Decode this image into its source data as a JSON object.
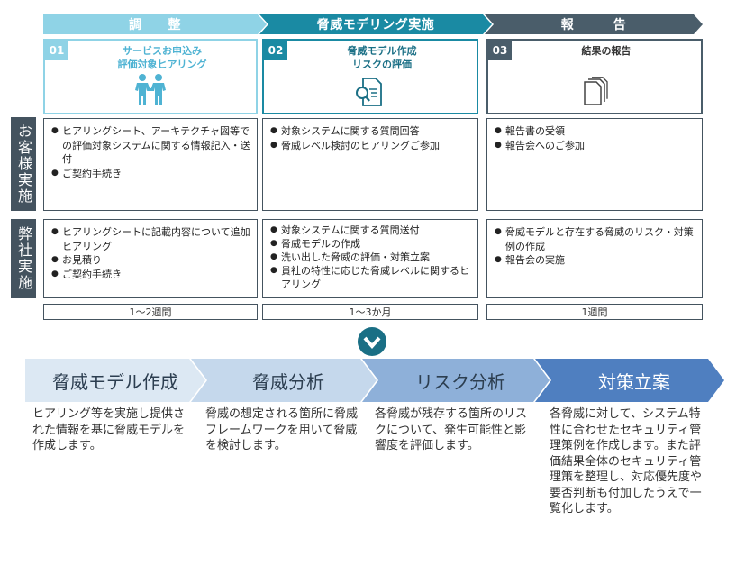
{
  "phases": [
    {
      "label": "調　　整"
    },
    {
      "label": "脅威モデリング実施"
    },
    {
      "label": "報　　　告"
    }
  ],
  "steps": [
    {
      "num": "01",
      "title_line1": "サービスお申込み",
      "title_line2": "評価対象ヒアリング",
      "icon": "people-handshake-icon"
    },
    {
      "num": "02",
      "title_line1": "脅威モデル作成",
      "title_line2": "リスクの評価",
      "icon": "document-search-icon"
    },
    {
      "num": "03",
      "title_line1": "結果の報告",
      "title_line2": "",
      "icon": "documents-stack-icon"
    }
  ],
  "row_labels": {
    "customer": "お客様実施",
    "company": "弊社実施"
  },
  "customer_tasks": [
    [
      "ヒアリングシート、アーキテクチャ図等での評価対象システムに関する情報記入・送付",
      "ご契約手続き"
    ],
    [
      "対象システムに関する質問回答",
      "脅威レベル検討のヒアリングご参加"
    ],
    [
      "報告書の受領",
      "報告会へのご参加"
    ]
  ],
  "company_tasks": [
    [
      "ヒアリングシートに記載内容について追加ヒアリング",
      "お見積り",
      "ご契約手続き"
    ],
    [
      "対象システムに関する質問送付",
      "脅威モデルの作成",
      "洗い出した脅威の評価・対策立案",
      "貴社の特性に応じた脅威レベルに関するヒアリング"
    ],
    [
      "脅威モデルと存在する脅威のリスク・対策例の作成",
      "報告会の実施"
    ]
  ],
  "durations": [
    "1～2週間",
    "1～3か月",
    "1週間"
  ],
  "process": [
    {
      "label": "脅威モデル作成",
      "desc": "ヒアリング等を実施し提供された情報を基に脅威モデルを作成します。"
    },
    {
      "label": "脅威分析",
      "desc": "脅威の想定される箇所に脅威フレームワークを用いて脅威を検討します。"
    },
    {
      "label": "リスク分析",
      "desc": "各脅威が残存する箇所のリスクについて、発生可能性と影響度を評価します。"
    },
    {
      "label": "対策立案",
      "desc": "各脅威に対して、システム特性に合わせたセキュリティ管理策例を作成します。また評価結果全体のセキュリティ管理策を整理し、対応優先度や要否判断も付加したうえで一覧化します。"
    }
  ],
  "colors": {
    "phase1": "#8fd3e6",
    "phase2": "#1a8aa3",
    "phase3": "#4a5d6a",
    "row_label": "#44535f",
    "process1": "#dce8f3",
    "process2": "#c5d8ec",
    "process3": "#8eb0d9",
    "process4": "#4f7fc0"
  }
}
